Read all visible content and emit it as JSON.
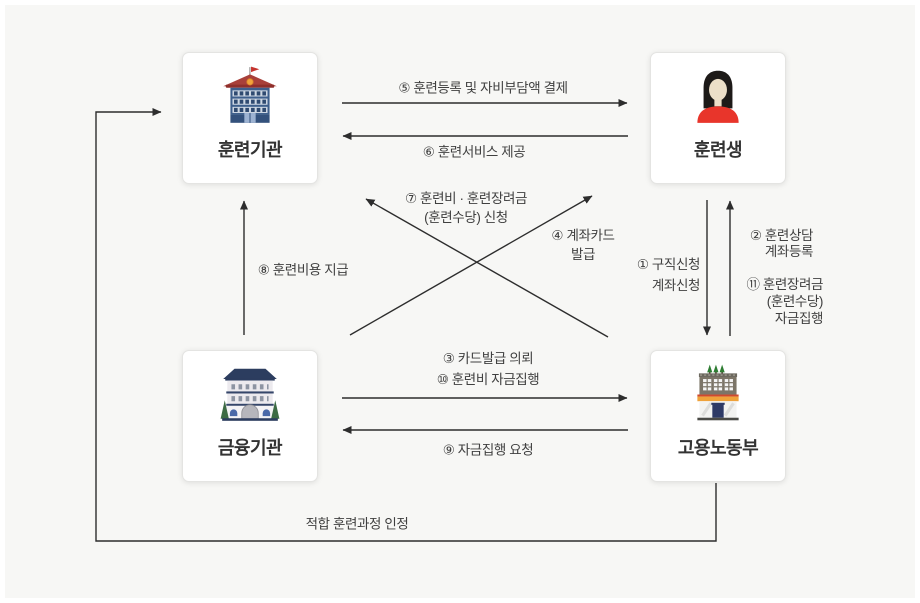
{
  "colors": {
    "background": "#f7f7f5",
    "arrow": "#2d2d2d",
    "node_border": "#e4e4e2",
    "label_text": "#3f3f3f",
    "node_label_text": "#333333",
    "brand_red": "#e8352b",
    "brand_navy": "#2c3d5f",
    "brand_blue": "#3e5f8c",
    "brand_orange": "#efa23a",
    "brand_green": "#3d6b44"
  },
  "nodes": {
    "training_institution": {
      "label": "훈련기관",
      "icon": "school-building-icon"
    },
    "trainee": {
      "label": "훈련생",
      "icon": "trainee-person-icon"
    },
    "financial_institution": {
      "label": "금융기관",
      "icon": "bank-building-icon"
    },
    "ministry_of_employment_and_labor": {
      "label": "고용노동부",
      "icon": "government-building-icon"
    }
  },
  "edges": {
    "e1": {
      "from": "훈련생",
      "to": "고용노동부",
      "lines": [
        "① 구직신청",
        "계좌신청"
      ]
    },
    "e2": {
      "from": "고용노동부",
      "to": "훈련생",
      "lines": [
        "② 훈련상담",
        "계좌등록"
      ]
    },
    "e3_e10": {
      "from": "금융기관",
      "to": "고용노동부",
      "lines": [
        "③ 카드발급 의뢰",
        "⑩ 훈련비 자금집행"
      ]
    },
    "e4": {
      "from": "금융기관",
      "to": "훈련생",
      "lines": [
        "④ 계좌카드",
        "발급"
      ]
    },
    "e5": {
      "from": "훈련기관",
      "to": "훈련생",
      "label": "⑤ 훈련등록 및 자비부담액 결제"
    },
    "e6": {
      "from": "훈련생",
      "to": "훈련기관",
      "label": "⑥ 훈련서비스 제공"
    },
    "e7": {
      "from": "고용노동부",
      "to": "훈련기관",
      "lines": [
        "⑦ 훈련비 · 훈련장려금",
        "(훈련수당) 신청"
      ]
    },
    "e8": {
      "from": "금융기관",
      "to": "훈련기관",
      "label": "⑧ 훈련비용 지급"
    },
    "e9": {
      "from": "고용노동부",
      "to": "금융기관",
      "label": "⑨ 자금집행 요청"
    },
    "e11": {
      "from": "고용노동부",
      "to": "훈련생",
      "lines": [
        "⑪ 훈련장려금",
        "(훈련수당)",
        "자금집행"
      ]
    },
    "loop": {
      "from": "고용노동부",
      "to": "훈련기관",
      "label": "적합 훈련과정 인정"
    }
  }
}
